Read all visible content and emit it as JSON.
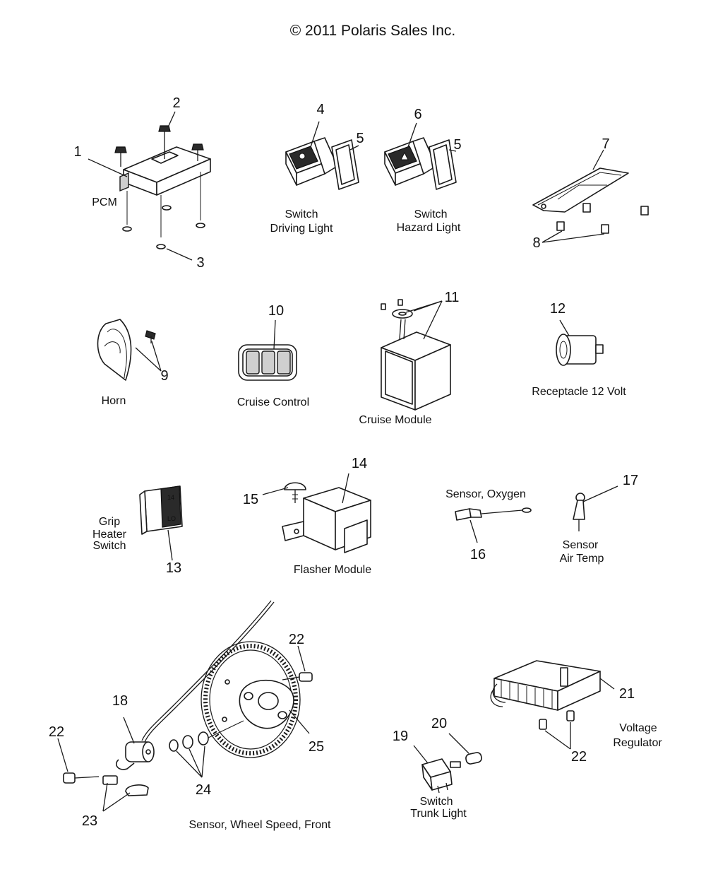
{
  "copyright": "© 2011 Polaris Sales Inc.",
  "callouts": {
    "n1": "1",
    "n2": "2",
    "n3": "3",
    "n4": "4",
    "n5a": "5",
    "n5b": "5",
    "n6": "6",
    "n7": "7",
    "n8": "8",
    "n9": "9",
    "n10": "10",
    "n11": "11",
    "n12": "12",
    "n13": "13",
    "n14": "14",
    "n15": "15",
    "n16": "16",
    "n17": "17",
    "n18": "18",
    "n19": "19",
    "n20": "20",
    "n21": "21",
    "n22a": "22",
    "n22b": "22",
    "n22c": "22",
    "n23": "23",
    "n24": "24",
    "n25": "25"
  },
  "labels": {
    "pcm": "PCM",
    "switch_driving_1": "Switch",
    "switch_driving_2": "Driving Light",
    "switch_hazard_1": "Switch",
    "switch_hazard_2": "Hazard Light",
    "horn": "Horn",
    "cruise_control": "Cruise Control",
    "cruise_module": "Cruise Module",
    "receptacle": "Receptacle 12 Volt",
    "grip_1": "Grip",
    "grip_2": "Heater",
    "grip_3": "Switch",
    "flasher": "Flasher Module",
    "sensor_oxygen": "Sensor, Oxygen",
    "sensor_air_1": "Sensor",
    "sensor_air_2": "Air Temp",
    "wheel_speed": "Sensor, Wheel Speed, Front",
    "trunk_1": "Switch",
    "trunk_2": "Trunk Light",
    "voltage_1": "Voltage",
    "voltage_2": "Regulator"
  },
  "switch_glyphs": {
    "grip_top": "14",
    "grip_bottom": "LO"
  }
}
